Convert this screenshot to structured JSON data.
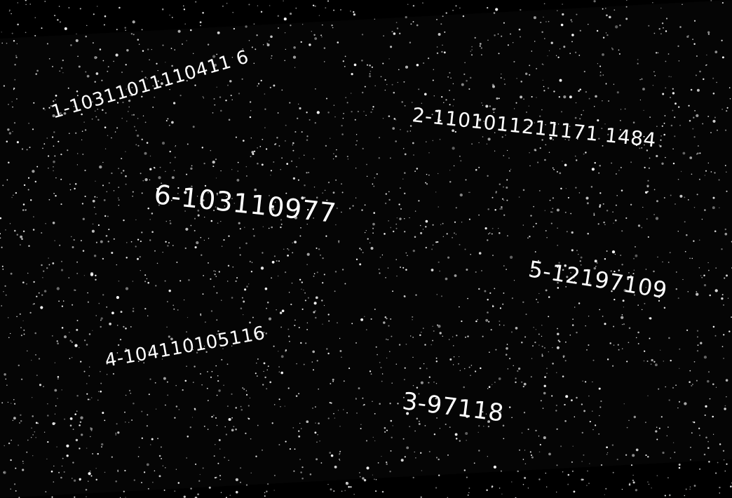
{
  "background_color": "#000000",
  "star_color": "#ffffff",
  "labels": {
    "l1": "1-10311011110411 6",
    "l2": "2-1101011211171 1484",
    "l3": "3-97118",
    "l4": "4-104110105116",
    "l5": "5-12197109",
    "l6": "6-103110977"
  }
}
